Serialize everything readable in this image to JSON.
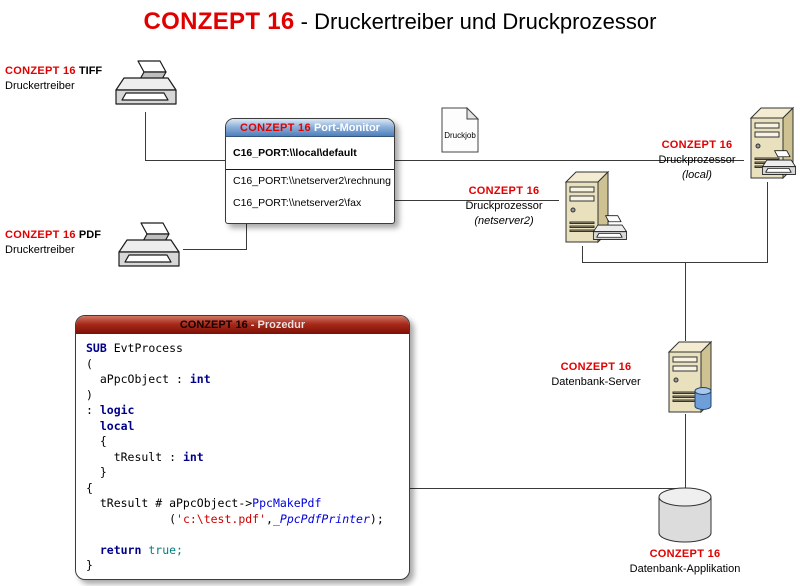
{
  "title": {
    "brand": "CONZEPT 16",
    "rest": " - Druckertreiber und Druckprozessor"
  },
  "tiff_driver": {
    "brand": "CONZEPT 16",
    "type": " TIFF",
    "label": "Druckertreiber"
  },
  "pdf_driver": {
    "brand": "CONZEPT 16",
    "type": " PDF",
    "label": "Druckertreiber"
  },
  "port_monitor": {
    "brand": "CONZEPT 16",
    "title": " Port-Monitor",
    "ports": [
      "C16_PORT:\\\\local\\default",
      "C16_PORT:\\\\netserver2\\rechnung",
      "C16_PORT:\\\\netserver2\\fax"
    ]
  },
  "druckjob": {
    "label": "Druckjob"
  },
  "processor_netserver2": {
    "brand": "CONZEPT 16",
    "label": "Druckprozessor",
    "instance": "(netserver2)"
  },
  "processor_local": {
    "brand": "CONZEPT 16",
    "label": "Druckprozessor",
    "instance": "(local)"
  },
  "db_server": {
    "brand": "CONZEPT 16",
    "label": "Datenbank-Server"
  },
  "db_app": {
    "brand": "CONZEPT 16",
    "label": "Datenbank-Applikation"
  },
  "prozedur": {
    "brand": "CONZEPT 16",
    "title": " - Prozedur",
    "code_lines": [
      [
        {
          "t": "SUB",
          "c": "kw"
        },
        {
          "t": " EvtProcess"
        }
      ],
      [
        {
          "t": "("
        }
      ],
      [
        {
          "t": "  aPpcObject : "
        },
        {
          "t": "int",
          "c": "kw"
        }
      ],
      [
        {
          "t": ")"
        }
      ],
      [
        {
          "t": ": "
        },
        {
          "t": "logic",
          "c": "kw"
        }
      ],
      [
        {
          "t": "  "
        },
        {
          "t": "local",
          "c": "kw"
        }
      ],
      [
        {
          "t": "  {"
        }
      ],
      [
        {
          "t": "    tResult : "
        },
        {
          "t": "int",
          "c": "kw"
        }
      ],
      [
        {
          "t": "  }"
        }
      ],
      [
        {
          "t": "{"
        }
      ],
      [
        {
          "t": "  tResult # aPpcObject->"
        },
        {
          "t": "PpcMakePdf",
          "c": "id"
        }
      ],
      [
        {
          "t": "            ("
        },
        {
          "t": "'c:\\test.pdf'",
          "c": "str"
        },
        {
          "t": ","
        },
        {
          "t": "_PpcPdfPrinter",
          "c": "ital"
        },
        {
          "t": ");"
        }
      ],
      [],
      [
        {
          "t": "  "
        },
        {
          "t": "return",
          "c": "kw"
        },
        {
          "t": " "
        },
        {
          "t": "true;",
          "c": "val"
        }
      ],
      [
        {
          "t": "}"
        }
      ]
    ]
  },
  "colors": {
    "brand_red": "#e10000",
    "port_monitor_header_blue": "#4f7fbc",
    "prozedur_header_red": "#a8291a",
    "keyword_navy": "#00008b",
    "string_red": "#cc0000",
    "identifier_blue": "#0000dd"
  }
}
